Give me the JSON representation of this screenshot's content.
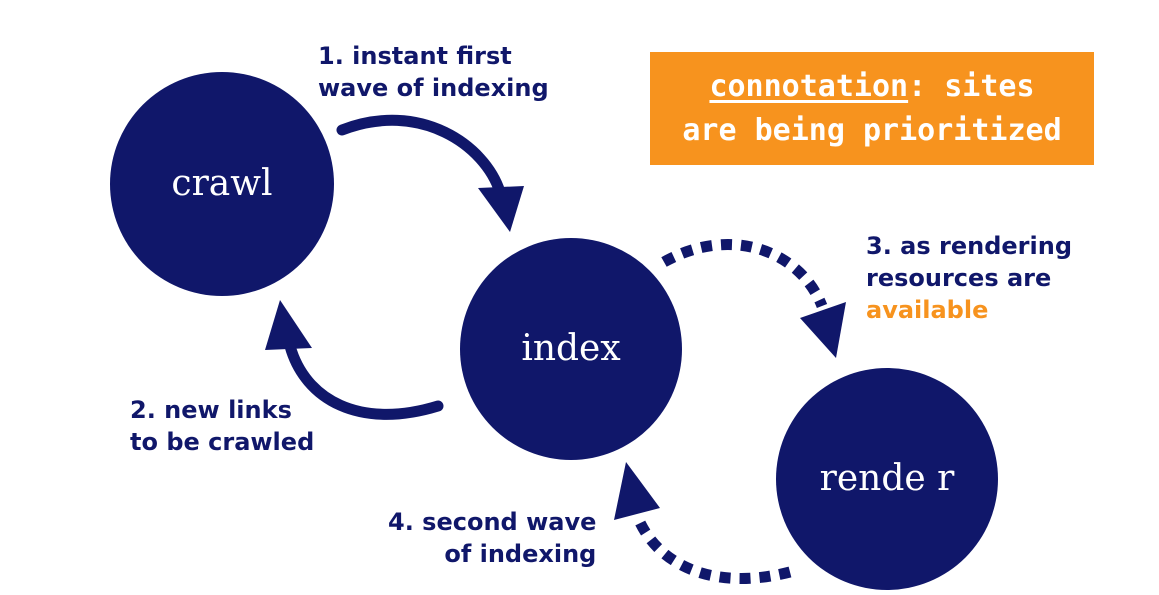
{
  "nodes": {
    "crawl": "crawl",
    "index": "index",
    "render": "rende r"
  },
  "steps": {
    "step1": {
      "line1": "1. instant first",
      "line2": "wave of indexing"
    },
    "step2": {
      "line1": "2. new links",
      "line2": "to be crawled"
    },
    "step3": {
      "line1": "3. as rendering",
      "line2": "resources are",
      "line3": "available"
    },
    "step4": {
      "line1": "4. second wave",
      "line2": "of indexing"
    }
  },
  "callout": {
    "term": "connotation",
    "rest_line1": ": sites",
    "line2": "are being prioritized"
  },
  "colors": {
    "navy": "#10176a",
    "orange": "#f7931e",
    "background": "#ffffff"
  }
}
